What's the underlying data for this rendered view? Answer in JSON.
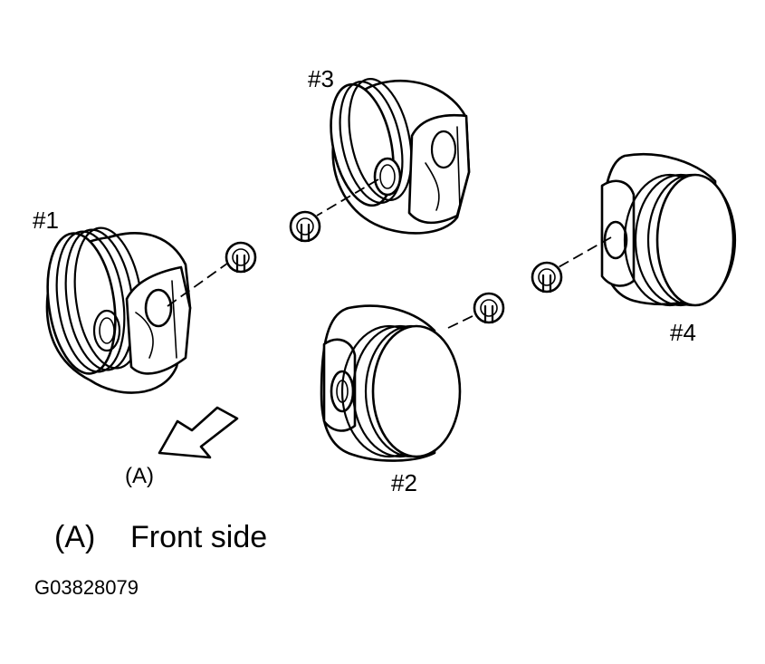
{
  "pistons": [
    {
      "id": "piston-1",
      "label": "#1"
    },
    {
      "id": "piston-2",
      "label": "#2"
    },
    {
      "id": "piston-3",
      "label": "#3"
    },
    {
      "id": "piston-4",
      "label": "#4"
    }
  ],
  "direction_callout": "(A)",
  "legend": {
    "key": "(A)",
    "text": "Front side"
  },
  "figure_code": "G03828079",
  "colors": {
    "ink": "#000000",
    "paper": "#ffffff"
  }
}
